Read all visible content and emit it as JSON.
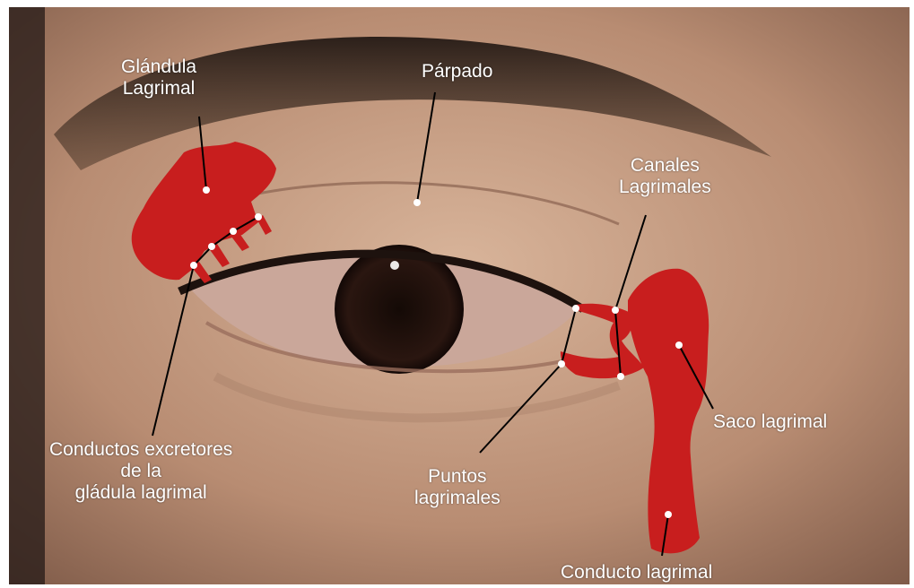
{
  "figure": {
    "colors": {
      "highlight": "#c81e1e",
      "leader_line": "#000000",
      "dot": "#ffffff",
      "label": "#ffffff"
    },
    "labels": {
      "glandula": [
        "Glándula",
        "Lagrimal"
      ],
      "parpado": [
        "Párpado"
      ],
      "canales": [
        "Canales",
        "Lagrimales"
      ],
      "saco": [
        "Saco lagrimal"
      ],
      "conductos_excretores": [
        "Conductos excretores",
        "de la",
        "gládula lagrimal"
      ],
      "puntos": [
        "Puntos",
        "lagrimales"
      ],
      "conducto": [
        "Conducto lagrimal"
      ]
    }
  }
}
